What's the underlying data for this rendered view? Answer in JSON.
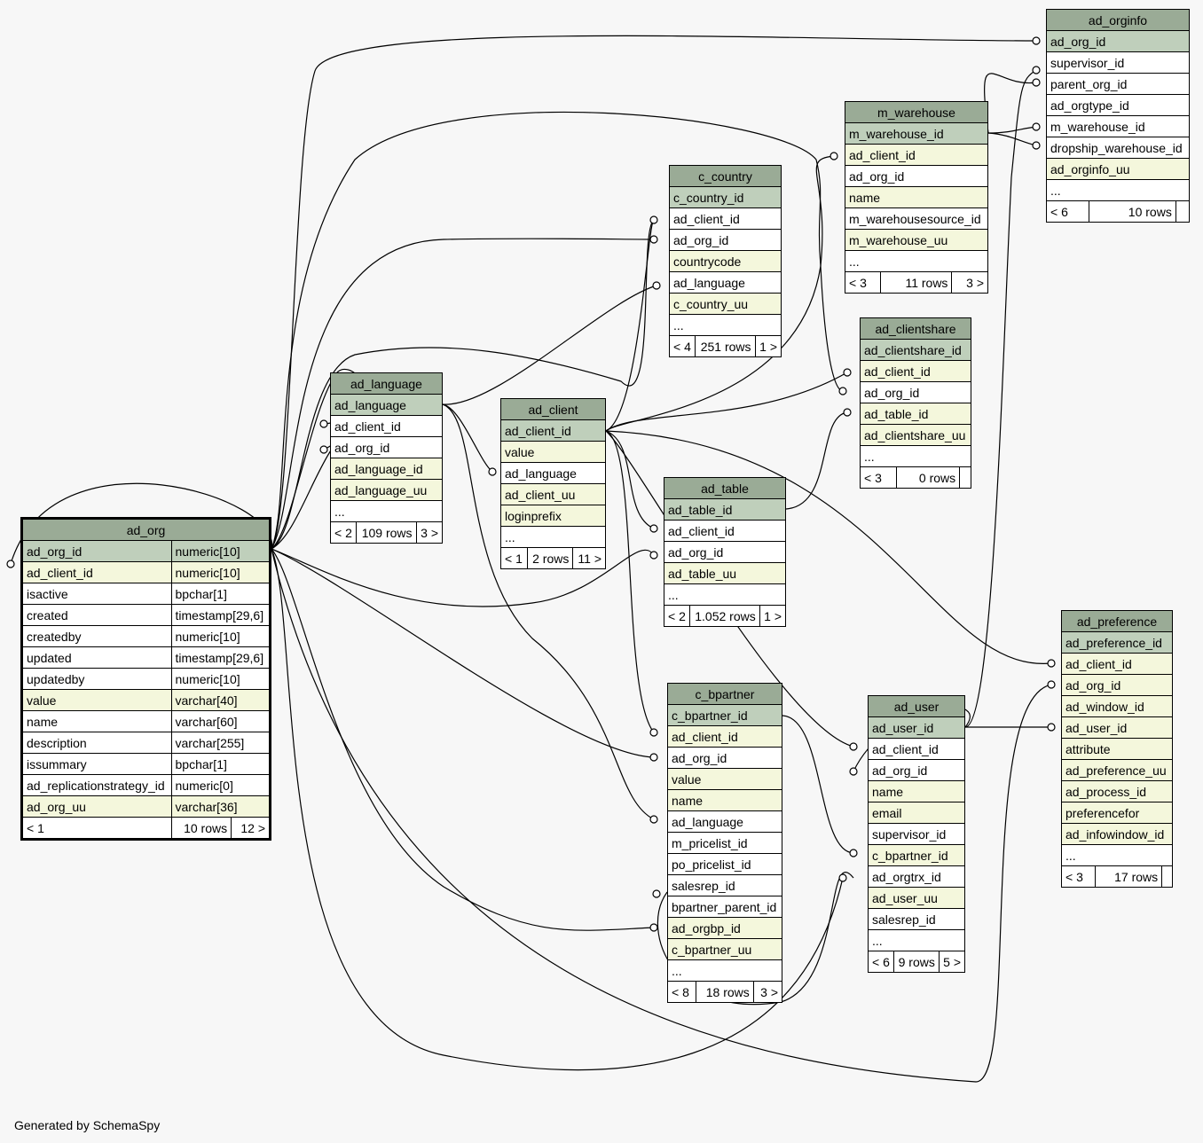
{
  "footer": "Generated by SchemaSpy",
  "tables": {
    "ad_orginfo": {
      "name": "ad_orginfo",
      "cols": [
        [
          "ad_org_id",
          "pk"
        ],
        [
          "supervisor_id",
          ""
        ],
        [
          "parent_org_id",
          ""
        ],
        [
          "ad_orgtype_id",
          ""
        ],
        [
          "m_warehouse_id",
          ""
        ],
        [
          "dropship_warehouse_id",
          ""
        ],
        [
          "ad_orginfo_uu",
          "idx"
        ],
        [
          "...",
          ""
        ]
      ],
      "footer": [
        "< 6",
        "10 rows",
        ""
      ]
    },
    "m_warehouse": {
      "name": "m_warehouse",
      "cols": [
        [
          "m_warehouse_id",
          "pk"
        ],
        [
          "ad_client_id",
          "idx"
        ],
        [
          "ad_org_id",
          ""
        ],
        [
          "name",
          "idx"
        ],
        [
          "m_warehousesource_id",
          ""
        ],
        [
          "m_warehouse_uu",
          "idx"
        ],
        [
          "...",
          ""
        ]
      ],
      "footer": [
        "< 3",
        "11 rows",
        "3 >"
      ]
    },
    "c_country": {
      "name": "c_country",
      "cols": [
        [
          "c_country_id",
          "pk"
        ],
        [
          "ad_client_id",
          ""
        ],
        [
          "ad_org_id",
          ""
        ],
        [
          "countrycode",
          "idx"
        ],
        [
          "ad_language",
          ""
        ],
        [
          "c_country_uu",
          "idx"
        ],
        [
          "...",
          ""
        ]
      ],
      "footer": [
        "< 4",
        "251 rows",
        "1 >"
      ]
    },
    "ad_clientshare": {
      "name": "ad_clientshare",
      "cols": [
        [
          "ad_clientshare_id",
          "pk"
        ],
        [
          "ad_client_id",
          "idx"
        ],
        [
          "ad_org_id",
          ""
        ],
        [
          "ad_table_id",
          "idx"
        ],
        [
          "ad_clientshare_uu",
          "idx"
        ],
        [
          "...",
          ""
        ]
      ],
      "footer": [
        "< 3",
        "0 rows",
        ""
      ]
    },
    "ad_language": {
      "name": "ad_language",
      "cols": [
        [
          "ad_language",
          "pk"
        ],
        [
          "ad_client_id",
          ""
        ],
        [
          "ad_org_id",
          ""
        ],
        [
          "ad_language_id",
          "idx"
        ],
        [
          "ad_language_uu",
          "idx"
        ],
        [
          "...",
          ""
        ]
      ],
      "footer": [
        "< 2",
        "109 rows",
        "3 >"
      ]
    },
    "ad_client": {
      "name": "ad_client",
      "cols": [
        [
          "ad_client_id",
          "pk"
        ],
        [
          "value",
          "idx"
        ],
        [
          "ad_language",
          ""
        ],
        [
          "ad_client_uu",
          "idx"
        ],
        [
          "loginprefix",
          "idx"
        ],
        [
          "...",
          ""
        ]
      ],
      "footer": [
        "< 1",
        "2 rows",
        "11 >"
      ]
    },
    "ad_table": {
      "name": "ad_table",
      "cols": [
        [
          "ad_table_id",
          "pk"
        ],
        [
          "ad_client_id",
          ""
        ],
        [
          "ad_org_id",
          ""
        ],
        [
          "ad_table_uu",
          "idx"
        ],
        [
          "...",
          ""
        ]
      ],
      "footer": [
        "< 2",
        "1.052 rows",
        "1 >"
      ]
    },
    "ad_preference": {
      "name": "ad_preference",
      "cols": [
        [
          "ad_preference_id",
          "pk"
        ],
        [
          "ad_client_id",
          "idx"
        ],
        [
          "ad_org_id",
          "idx"
        ],
        [
          "ad_window_id",
          "idx"
        ],
        [
          "ad_user_id",
          "idx"
        ],
        [
          "attribute",
          "idx"
        ],
        [
          "ad_preference_uu",
          "idx"
        ],
        [
          "ad_process_id",
          "idx"
        ],
        [
          "preferencefor",
          "idx"
        ],
        [
          "ad_infowindow_id",
          "idx"
        ],
        [
          "...",
          ""
        ]
      ],
      "footer": [
        "< 3",
        "17 rows",
        ""
      ]
    },
    "c_bpartner": {
      "name": "c_bpartner",
      "cols": [
        [
          "c_bpartner_id",
          "pk"
        ],
        [
          "ad_client_id",
          "idx"
        ],
        [
          "ad_org_id",
          ""
        ],
        [
          "value",
          "idx"
        ],
        [
          "name",
          "idx"
        ],
        [
          "ad_language",
          ""
        ],
        [
          "m_pricelist_id",
          ""
        ],
        [
          "po_pricelist_id",
          ""
        ],
        [
          "salesrep_id",
          ""
        ],
        [
          "bpartner_parent_id",
          ""
        ],
        [
          "ad_orgbp_id",
          "idx"
        ],
        [
          "c_bpartner_uu",
          "idx"
        ],
        [
          "...",
          ""
        ]
      ],
      "footer": [
        "< 8",
        "18 rows",
        "3 >"
      ]
    },
    "ad_user": {
      "name": "ad_user",
      "cols": [
        [
          "ad_user_id",
          "pk"
        ],
        [
          "ad_client_id",
          ""
        ],
        [
          "ad_org_id",
          ""
        ],
        [
          "name",
          "idx"
        ],
        [
          "email",
          "idx"
        ],
        [
          "supervisor_id",
          ""
        ],
        [
          "c_bpartner_id",
          "idx"
        ],
        [
          "ad_orgtrx_id",
          ""
        ],
        [
          "ad_user_uu",
          "idx"
        ],
        [
          "salesrep_id",
          ""
        ],
        [
          "...",
          ""
        ]
      ],
      "footer": [
        "< 6",
        "9 rows",
        "5 >"
      ]
    },
    "ad_org": {
      "name": "ad_org",
      "cols": [
        [
          "ad_org_id",
          "numeric[10]",
          "pk"
        ],
        [
          "ad_client_id",
          "numeric[10]",
          "idx"
        ],
        [
          "isactive",
          "bpchar[1]",
          ""
        ],
        [
          "created",
          "timestamp[29,6]",
          ""
        ],
        [
          "createdby",
          "numeric[10]",
          ""
        ],
        [
          "updated",
          "timestamp[29,6]",
          ""
        ],
        [
          "updatedby",
          "numeric[10]",
          ""
        ],
        [
          "value",
          "varchar[40]",
          "idx"
        ],
        [
          "name",
          "varchar[60]",
          ""
        ],
        [
          "description",
          "varchar[255]",
          ""
        ],
        [
          "issummary",
          "bpchar[1]",
          ""
        ],
        [
          "ad_replicationstrategy_id",
          "numeric[0]",
          ""
        ],
        [
          "ad_org_uu",
          "varchar[36]",
          "idx"
        ]
      ],
      "footer": [
        "< 1",
        "10 rows",
        "12 >"
      ]
    }
  }
}
